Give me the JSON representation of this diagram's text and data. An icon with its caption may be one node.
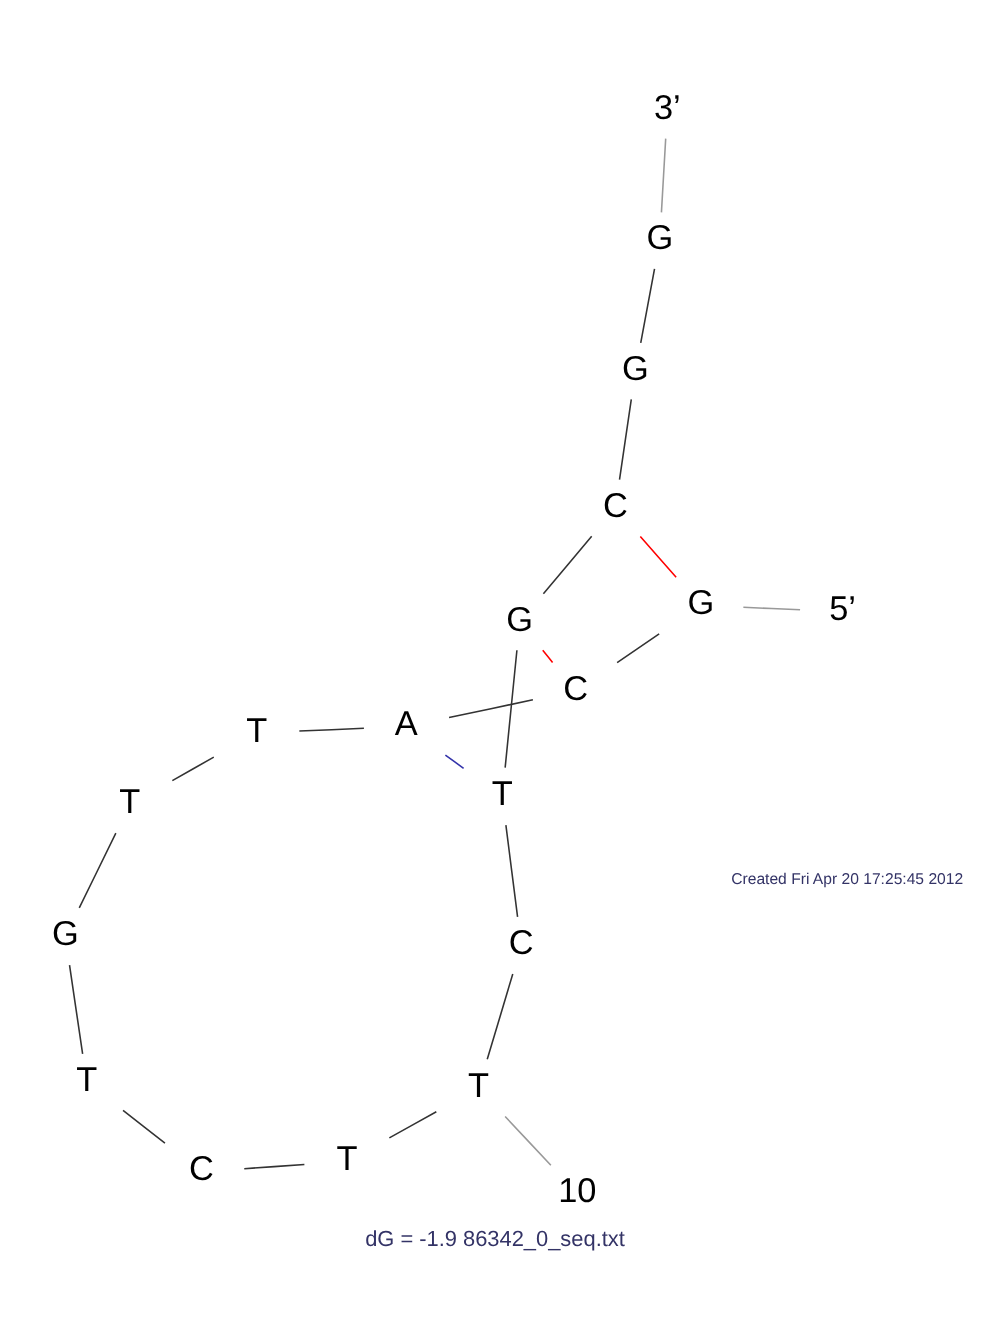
{
  "diagram": {
    "caption": "dG = -1.9 86342_0_seq.txt",
    "nodes": [
      {
        "text": [
          "G"
        ]
      },
      {
        "text": [
          "C"
        ]
      },
      {
        "text": [
          "A"
        ]
      },
      {
        "text": [
          "T"
        ]
      },
      {
        "text": [
          "T"
        ]
      },
      {
        "text": [
          "G"
        ]
      },
      {
        "text": [
          "T"
        ]
      },
      {
        "text": [
          "C"
        ]
      },
      {
        "text": [
          "T"
        ]
      },
      {
        "text": [
          "T"
        ]
      },
      {
        "text": [
          "C"
        ]
      },
      {
        "text": [
          "T"
        ]
      },
      {
        "text": [
          "G"
        ]
      },
      {
        "text": [
          "C"
        ]
      },
      {
        "text": [
          "G"
        ]
      },
      {
        "text": [
          "G"
        ]
      },
      {
        "text": [
          "5’"
        ]
      },
      {
        "text": [
          "3’"
        ]
      },
      {
        "text": [
          "10"
        ]
      }
    ],
    "edges": [
      {
        "from": 16,
        "to": 0,
        "arrow": "none",
        "color": "#999999"
      },
      {
        "from": 0,
        "to": 1,
        "arrow": "none"
      },
      {
        "from": 1,
        "to": 2,
        "arrow": "none"
      },
      {
        "from": 2,
        "to": 3,
        "arrow": "none"
      },
      {
        "from": 3,
        "to": 4,
        "arrow": "none"
      },
      {
        "from": 4,
        "to": 5,
        "arrow": "none"
      },
      {
        "from": 5,
        "to": 6,
        "arrow": "none"
      },
      {
        "from": 6,
        "to": 7,
        "arrow": "none"
      },
      {
        "from": 7,
        "to": 8,
        "arrow": "none"
      },
      {
        "from": 8,
        "to": 9,
        "arrow": "none"
      },
      {
        "from": 9,
        "to": 10,
        "arrow": "none"
      },
      {
        "from": 10,
        "to": 11,
        "arrow": "none"
      },
      {
        "from": 11,
        "to": 12,
        "arrow": "none"
      },
      {
        "from": 12,
        "to": 13,
        "arrow": "none"
      },
      {
        "from": 13,
        "to": 14,
        "arrow": "none"
      },
      {
        "from": 14,
        "to": 15,
        "arrow": "none"
      },
      {
        "from": 2,
        "to": 11,
        "arrow": "none",
        "color": "#3333aa"
      },
      {
        "from": 1,
        "to": 12,
        "arrow": "none",
        "color": "#ff0000"
      },
      {
        "from": 0,
        "to": 13,
        "arrow": "none",
        "color": "#ff0000"
      },
      {
        "from": 18,
        "to": 9,
        "arrow": "none",
        "color": "#999999"
      },
      {
        "from": 15,
        "to": 17,
        "arrow": "none",
        "color": "#999999"
      }
    ],
    "labels": [
      "Created Fri Apr 20 17:25:45 2012"
    ]
  }
}
